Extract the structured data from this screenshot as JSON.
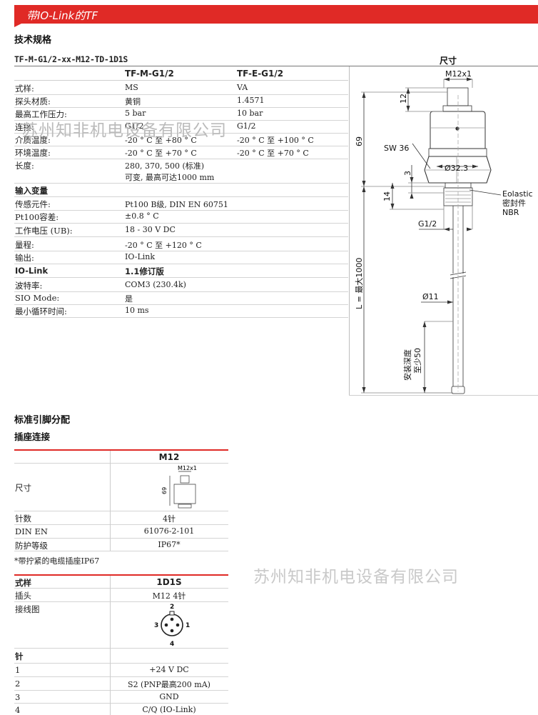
{
  "header": {
    "title": "带IO-Link的TF"
  },
  "spec": {
    "section_title": "技术规格",
    "model_code": "TF-M-G1/2-xx-M12-TD-1D1S",
    "dims_title": "尺寸",
    "col1": "TF-M-G1/2",
    "col2": "TF-E-G1/2",
    "rows": [
      {
        "label": "式样:",
        "v1": "MS",
        "v2": "VA"
      },
      {
        "label": "探头材质:",
        "v1": "黄铜",
        "v2": "1.4571"
      },
      {
        "label": "最高工作压力:",
        "v1": "5 bar",
        "v2": "10 bar"
      },
      {
        "label": "连接:",
        "v1": "G1/2",
        "v2": "G1/2"
      },
      {
        "label": "介质温度:",
        "v1": "-20 ° C 至 +80 ° C",
        "v2": "-20 ° C 至 +100 ° C"
      },
      {
        "label": "环境温度:",
        "v1": "-20 ° C 至 +70 ° C",
        "v2": "-20 ° C 至 +70 ° C"
      },
      {
        "label": "长度:",
        "v1": "280, 370, 500 (标准)",
        "v1b": "可变, 最高可达1000 mm"
      }
    ],
    "input_title": "输入变量",
    "input_rows": [
      {
        "label": "传感元件:",
        "v1": "Pt100 B级, DIN EN 60751"
      },
      {
        "label": "Pt100容差:",
        "v1": "±0.8 ° C"
      },
      {
        "label": "工作电压 (UB):",
        "v1": "18 - 30 V DC"
      },
      {
        "label": "量程:",
        "v1": "-20 ° C 至 +120 ° C"
      },
      {
        "label": "输出:",
        "v1": "IO-Link"
      }
    ],
    "iolink_title": "IO-Link",
    "iolink_version": "1.1修订版",
    "iolink_rows": [
      {
        "label": "波特率:",
        "v1": "COM3 (230.4k)"
      },
      {
        "label": "SIO Mode:",
        "v1": "是"
      },
      {
        "label": "最小循环时间:",
        "v1": "10 ms"
      }
    ]
  },
  "drawing": {
    "m12": "M12x1",
    "d12": "12",
    "d69": "69",
    "sw36": "SW 36",
    "d3": "3",
    "dia32": "Ø32.3",
    "d14": "14",
    "seal": [
      "Eolastic",
      "密封件",
      "NBR"
    ],
    "g12": "G1/2",
    "dia11": "Ø11",
    "length": "L = 最大1000",
    "depth": [
      "安装深度",
      "至少50"
    ]
  },
  "pin": {
    "section_title": "标准引脚分配",
    "socket_title": "插座连接",
    "m12_header": "M12",
    "mini_m12": "M12x1",
    "mini_69": "69",
    "rows": [
      {
        "label": "尺寸",
        "value": ""
      },
      {
        "label": "针数",
        "value": "4针"
      },
      {
        "label": "DIN EN",
        "value": "61076-2-101"
      },
      {
        "label": "防护等级",
        "value": "IP67*"
      }
    ],
    "note": "*带拧紧的电缆插座IP67",
    "style_label": "式样",
    "style_value": "1D1S",
    "plug_label": "插头",
    "plug_value": "M12 4针",
    "wiring_label": "接线图",
    "pin_numbers": [
      "2",
      "3",
      "1",
      "4"
    ],
    "pins_title": "针",
    "pins": [
      {
        "no": "1",
        "value": "+24 V DC"
      },
      {
        "no": "2",
        "value": "S2 (PNP最高200  mA)"
      },
      {
        "no": "3",
        "value": "GND"
      },
      {
        "no": "4",
        "value": "C/Q (IO-Link)"
      }
    ]
  },
  "watermark": "苏州知非机电设备有限公司"
}
